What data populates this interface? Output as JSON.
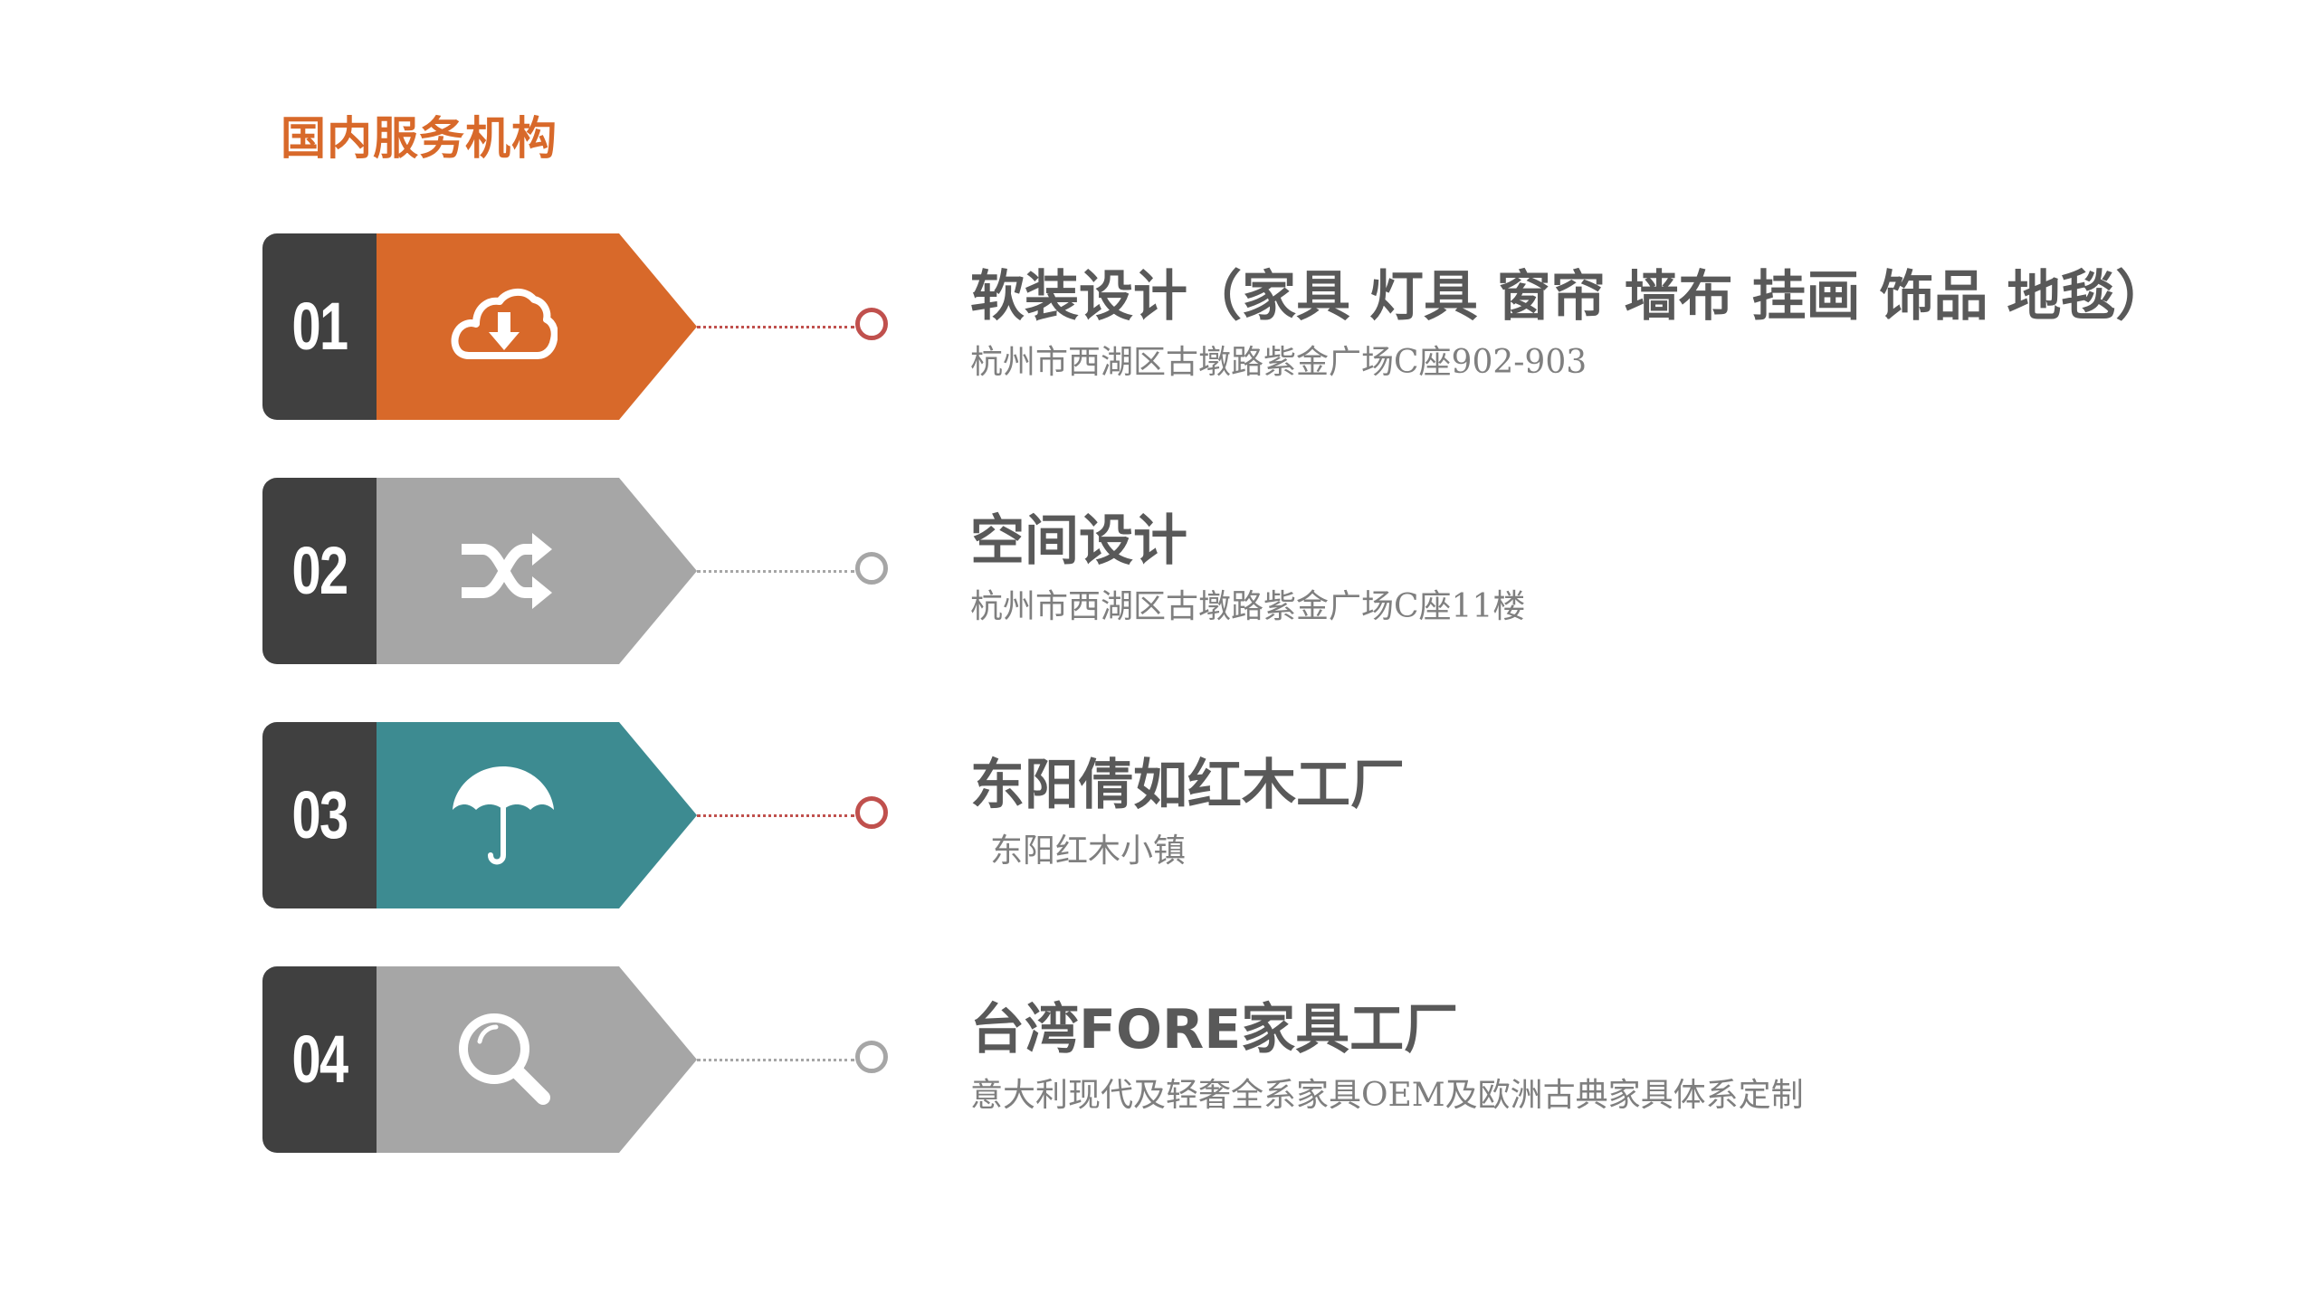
{
  "page_title": "国内服务机构",
  "colors": {
    "orange": "#d8692a",
    "gray": "#a6a6a6",
    "teal": "#3d8b91",
    "dark": "#404040",
    "connector_red": "#c0504d",
    "connector_gray": "#a6a6a6"
  },
  "items": [
    {
      "number": "01",
      "icon": "cloud-download-icon",
      "heading": "软装设计（家具 灯具 窗帘 墙布 挂画 饰品 地毯）",
      "subtitle": "杭州市西湖区古墩路紫金广场C座902-903"
    },
    {
      "number": "02",
      "icon": "shuffle-icon",
      "heading": "空间设计",
      "subtitle": "杭州市西湖区古墩路紫金广场C座11楼"
    },
    {
      "number": "03",
      "icon": "umbrella-icon",
      "heading": "东阳倩如红木工厂",
      "subtitle": "东阳红木小镇"
    },
    {
      "number": "04",
      "icon": "search-icon",
      "heading": "台湾FORE家具工厂",
      "subtitle": "意大利现代及轻奢全系家具OEM及欧洲古典家具体系定制"
    }
  ]
}
